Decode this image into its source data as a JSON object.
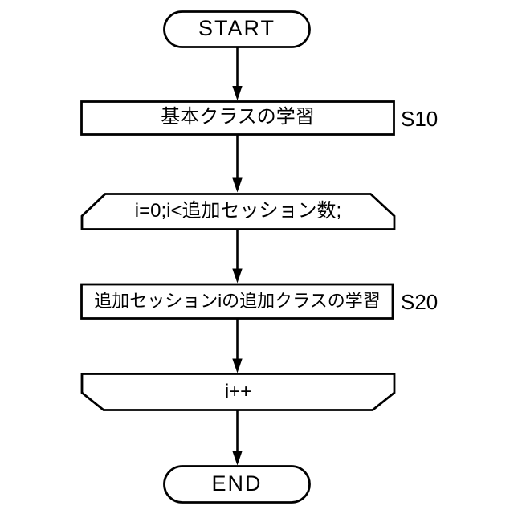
{
  "figure": {
    "type": "flowchart",
    "background_color": "#ffffff",
    "line_color": "#000000",
    "nodes": {
      "start": {
        "kind": "terminator",
        "label": "START"
      },
      "step1": {
        "kind": "process",
        "label": "基本クラスの学習",
        "step_id": "S10"
      },
      "loop_start": {
        "kind": "loop-start",
        "label": "i=0;i<追加セッション数;"
      },
      "step2": {
        "kind": "process",
        "label": "追加セッションiの追加クラスの学習",
        "step_id": "S20"
      },
      "loop_end": {
        "kind": "loop-end",
        "label": "i++"
      },
      "end": {
        "kind": "terminator",
        "label": "END"
      }
    },
    "edges": [
      "start->step1",
      "step1->loop_start",
      "loop_start->step2",
      "step2->loop_end",
      "loop_end->end"
    ]
  }
}
